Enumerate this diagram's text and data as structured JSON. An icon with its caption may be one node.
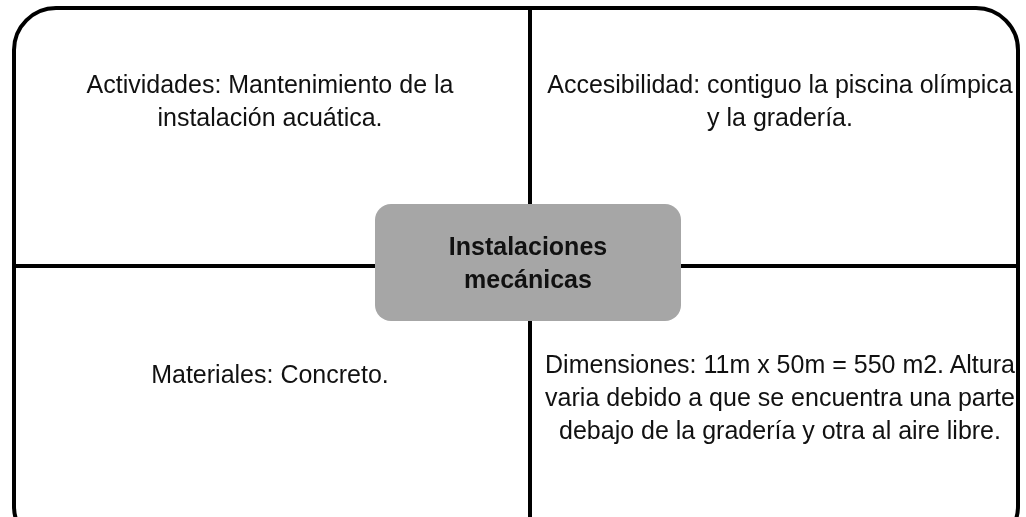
{
  "diagram": {
    "nodes": [
      {
        "text": [
          "Actividades: Mantenimiento de la instalación acuática."
        ]
      },
      {
        "text": [
          "Accesibilidad: contiguo la piscina olímpica y la gradería."
        ]
      },
      {
        "text": [
          "Materiales: Concreto."
        ]
      },
      {
        "text": [
          "Dimensiones: 11m x 50m = 550 m2. Altura varia debido a que se encuentra una parte debajo de la gradería y otra al aire libre."
        ]
      },
      {
        "text": [
          "Instalaciones mecánicas"
        ]
      }
    ]
  }
}
